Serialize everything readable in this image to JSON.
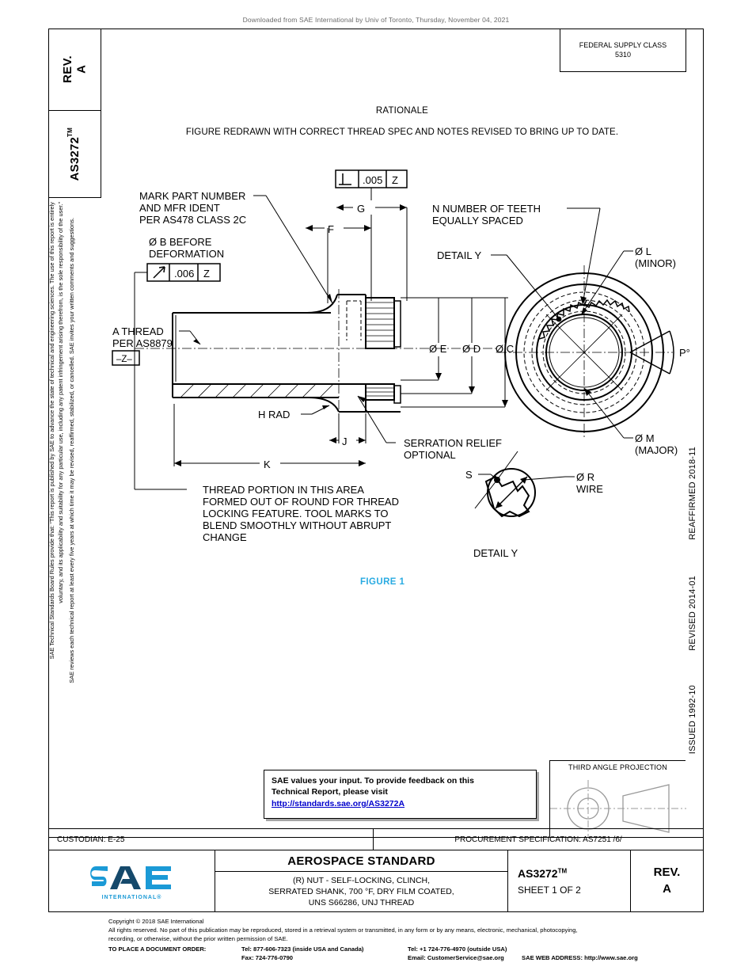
{
  "banner": {
    "text": "Downloaded from SAE International by Univ of Toronto, Thursday, November 04, 2021"
  },
  "left_strip": {
    "rev_label": "REV.\nA",
    "doc_label": "AS3272",
    "doc_tm": "TM"
  },
  "legal": {
    "line1": "SAE Technical Standards Board Rules provide that: “This report is published by SAE to advance the state of technical and engineering sciences. The use of this report is entirely",
    "line2": "voluntary, and its applicability and suitability for any particular use, including any patent infringement arising therefrom, is the sole responsibility of the user.”",
    "line3": "SAE reviews each technical report at least every five years at which time it may be revised, reaffirmed, stabilized, or cancelled. SAE invites your written comments and suggestions."
  },
  "dates": {
    "issued": "ISSUED 1992-10",
    "revised": "REVISED 2014-01",
    "reaffirmed": "REAFFIRMED 2018-11"
  },
  "federal_supply_class": {
    "title": "FEDERAL SUPPLY CLASS",
    "value": "5310"
  },
  "rationale": {
    "title": "RATIONALE",
    "body": "FIGURE REDRAWN WITH CORRECT THREAD SPEC AND NOTES REVISED TO BRING UP TO DATE."
  },
  "figure": {
    "caption": "FIGURE 1",
    "caption_color": "#29abe2",
    "callouts": {
      "mark_part_1": "MARK PART NUMBER",
      "mark_part_2": "AND MFR IDENT",
      "mark_part_3": "PER AS478 CLASS 2C",
      "dia_b_1": "Ø B BEFORE",
      "dia_b_2": "DEFORMATION",
      "fcf_b_value": ".006",
      "fcf_b_datum": "Z",
      "fcf_top_value": ".005",
      "fcf_top_datum": "Z",
      "a_thread_1": "A THREAD",
      "a_thread_2": "PER AS8879",
      "datum_z": "–Z–",
      "h_rad": "H RAD",
      "dim_f": "F",
      "dim_g": "G",
      "dim_j": "J",
      "dim_k": "K",
      "dia_e": "Ø E",
      "dia_d": "Ø D",
      "dia_c": "Ø C",
      "serration_1": "SERRATION RELIEF",
      "serration_2": "OPTIONAL",
      "thread_note_1": "THREAD PORTION IN THIS AREA",
      "thread_note_2": "FORMED OUT OF ROUND FOR THREAD",
      "thread_note_3": "LOCKING FEATURE. TOOL MARKS TO",
      "thread_note_4": "BLEND SMOOTHLY WITHOUT ABRUPT",
      "thread_note_5": "CHANGE",
      "teeth_1": "N NUMBER OF TEETH",
      "teeth_2": "EQUALLY SPACED",
      "detail_y_label": "DETAIL Y",
      "dia_l_1": "Ø L",
      "dia_l_2": "(MINOR)",
      "dia_m_1": "Ø M",
      "dia_m_2": "(MAJOR)",
      "angle_p": "P°",
      "letter_s": "S",
      "dia_r_1": "Ø R",
      "dia_r_2": "WIRE",
      "detail_y_caption": "DETAIL Y"
    }
  },
  "feedback": {
    "line1": "SAE values your input. To provide feedback on this",
    "line2": "Technical Report, please visit",
    "link": "http://standards.sae.org/AS3272A",
    "link_color": "#0000cc"
  },
  "third_angle": {
    "title": "THIRD ANGLE PROJECTION"
  },
  "custodian": {
    "label": "CUSTODIAN: E-25",
    "procurement": "PROCUREMENT SPECIFICATION: AS7251 /6/"
  },
  "title_block": {
    "sae_logo_text": "SAE",
    "sae_intl": "INTERNATIONAL®",
    "standard_heading": "AEROSPACE STANDARD",
    "desc_line1": "(R) NUT - SELF-LOCKING, CLINCH,",
    "desc_line2": "SERRATED SHANK, 700 °F, DRY FILM COATED,",
    "desc_line3": "UNS S66286, UNJ THREAD",
    "doc_number": "AS3272",
    "doc_tm": "TM",
    "sheet": "SHEET 1 OF 2",
    "rev_label": "REV.",
    "rev_value": "A"
  },
  "footer": {
    "copyright": "Copyright © 2018 SAE International",
    "rights1": "All rights reserved. No part of this publication may be reproduced, stored in a retrieval system or transmitted, in any form or by any means, electronic, mechanical, photocopying,",
    "rights2": "recording, or otherwise, without the prior written permission of SAE.",
    "order_label": "TO PLACE A DOCUMENT ORDER:",
    "tel_inside": "Tel: 877-606-7323 (inside USA and Canada)",
    "fax": "Fax: 724-776-0790",
    "tel_outside": "Tel: +1 724-776-4970 (outside USA)",
    "email": "Email: CustomerService@sae.org",
    "web": "SAE WEB ADDRESS: http://www.sae.org"
  }
}
